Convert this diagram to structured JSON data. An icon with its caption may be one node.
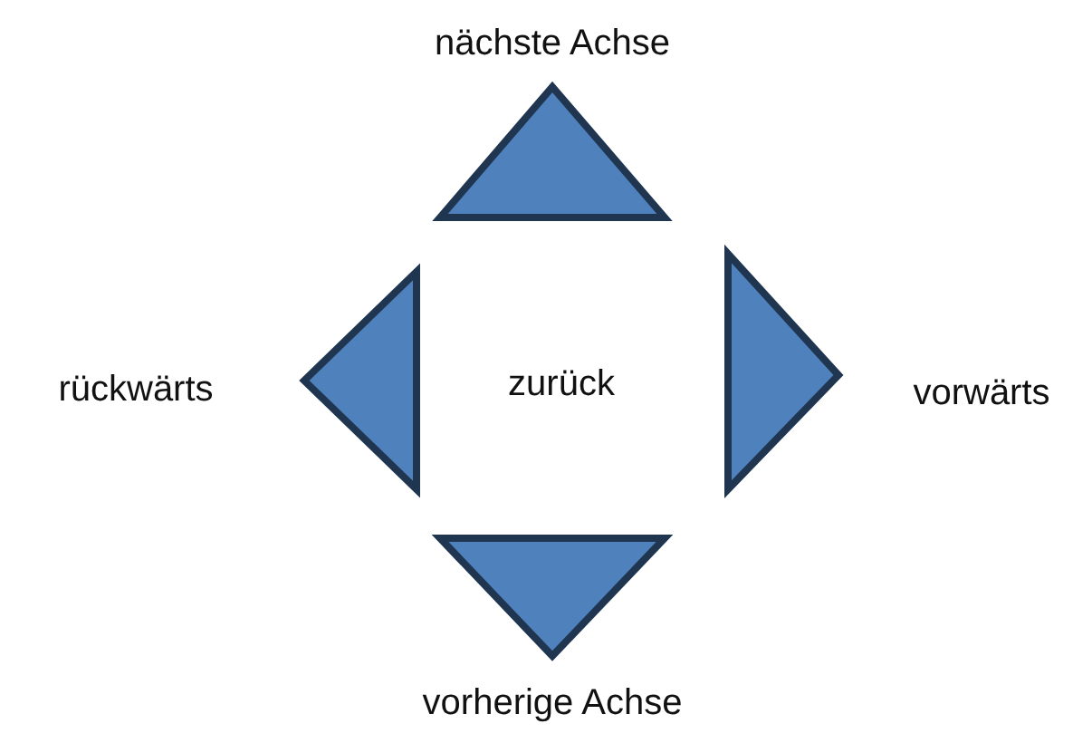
{
  "diagram": {
    "nodes": [
      {
        "text": [
          "nächste Achse"
        ]
      },
      {
        "text": [
          "rückwärts"
        ]
      },
      {
        "text": [
          "vorwärts"
        ]
      },
      {
        "text": [
          "vorherige Achse"
        ]
      }
    ],
    "labels": [
      "zurück"
    ]
  }
}
